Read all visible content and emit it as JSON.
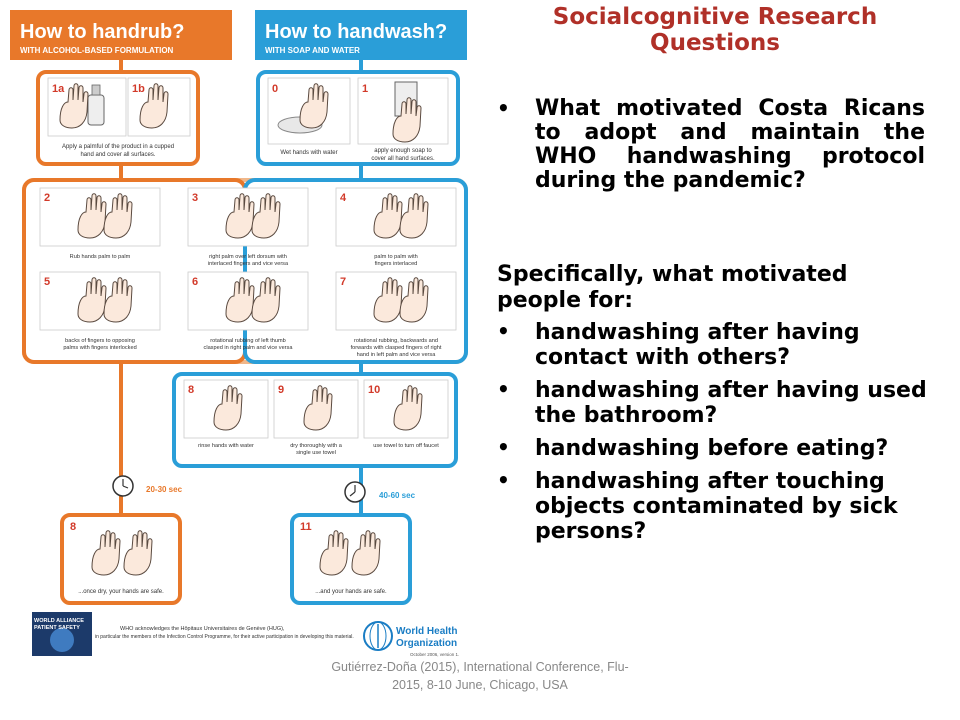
{
  "slide": {
    "title": "Socialcognitive Research Questions",
    "main_question": "What motivated Costa Ricans to adopt and maintain the WHO handwashing protocol during the pandemic?",
    "specifically": "Specifically, what motivated people for:",
    "items": [
      "handwashing after having contact with others?",
      "handwashing after having used the bathroom?",
      "handwashing before eating?",
      "handwashing after touching objects contaminated by sick persons?"
    ],
    "bullet": "•",
    "footer": "Gutiérrez-Doña (2015), International Conference, Flu-2015, 8-10 June, Chicago, USA"
  },
  "poster": {
    "handrub_title": "How to handrub?",
    "handrub_sub": "WITH ALCOHOL-BASED FORMULATION",
    "handwash_title": "How to handwash?",
    "handwash_sub": "WITH SOAP AND WATER",
    "rub_step_1": {
      "nums": [
        "1a",
        "1b"
      ],
      "caption1": "Apply a palmful of the product in a cupped",
      "caption2": "hand and cover all surfaces."
    },
    "wash_step_0": {
      "num": "0",
      "caption": "Wet hands with water"
    },
    "wash_step_1": {
      "num": "1",
      "caption1": "apply enough soap to",
      "caption2": "cover all hand surfaces."
    },
    "steps": [
      {
        "num": "2",
        "c1": "Rub hands palm to palm",
        "c2": "",
        "c3": ""
      },
      {
        "num": "3",
        "c1": "right palm over left dorsum with",
        "c2": "interlaced fingers and vice versa",
        "c3": ""
      },
      {
        "num": "4",
        "c1": "palm to palm with",
        "c2": "fingers interlaced",
        "c3": ""
      },
      {
        "num": "5",
        "c1": "backs of fingers to opposing",
        "c2": "palms with fingers interlocked",
        "c3": ""
      },
      {
        "num": "6",
        "c1": "rotational rubbing of left thumb",
        "c2": "clasped in right palm and vice versa",
        "c3": ""
      },
      {
        "num": "7",
        "c1": "rotational rubbing, backwards and",
        "c2": "forwards with clasped fingers of right",
        "c3": "hand in left palm and vice versa"
      }
    ],
    "wash_end": [
      {
        "num": "8",
        "c1": "rinse hands with water",
        "c2": ""
      },
      {
        "num": "9",
        "c1": "dry thoroughly with a",
        "c2": "single use towel"
      },
      {
        "num": "10",
        "c1": "use towel to turn off faucet",
        "c2": ""
      }
    ],
    "rub_time": "20-30 sec",
    "wash_time": "40-60 sec",
    "rub_final": {
      "num": "8",
      "caption": "...once dry, your hands are safe."
    },
    "wash_final": {
      "num": "11",
      "caption": "...and your hands are safe."
    },
    "alliance_line1": "WORLD ALLIANCE",
    "alliance_line2": "PATIENT SAFETY",
    "who_line1": "World Health",
    "who_line2": "Organization",
    "ack_line1": "WHO acknowledges the Hôpitaux Universitaires de Genève (HUG),",
    "ack_line2": "in particular the members of the Infection Control Programme, for their active participation in developing this material.",
    "version": "October 2006, version 1."
  },
  "colors": {
    "orange": "#e8782a",
    "blue": "#2a9ed8",
    "title_red": "#b03028",
    "who_blue": "#1a7dc4"
  }
}
